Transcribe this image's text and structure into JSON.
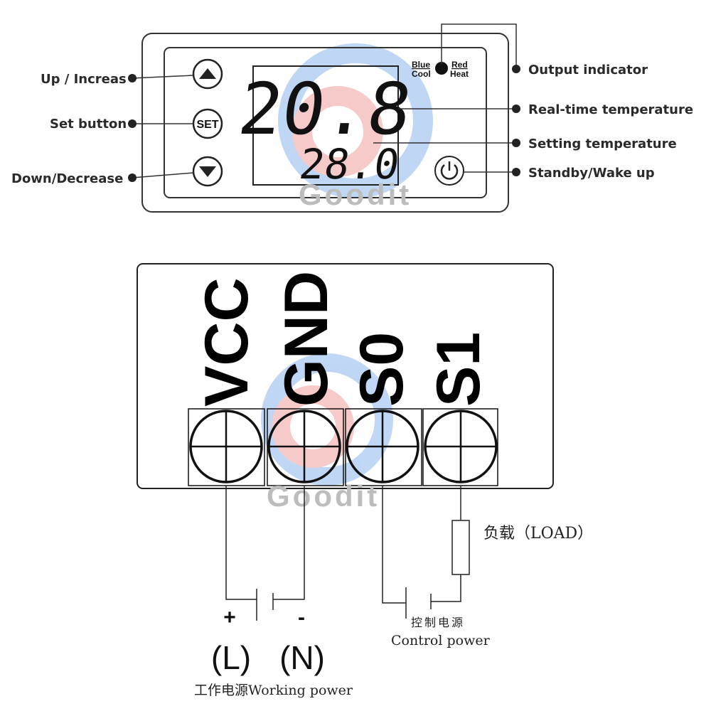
{
  "panel": {
    "left_labels": {
      "up": "Up / Increas",
      "set": "Set button",
      "down": "Down/Decrease"
    },
    "right_labels": {
      "output": "Output indicator",
      "realtime": "Real-time temperature",
      "setting": "Setting temperature",
      "standby": "Standby/Wake up"
    },
    "set_button": "SET",
    "indicator": {
      "blue": "Blue",
      "cool": "Cool",
      "red": "Red",
      "heat": "Heat"
    },
    "display": {
      "realtime_value": "20.8",
      "setting_value": "28.0"
    },
    "watermark": "Goodit"
  },
  "wiring": {
    "terminals": [
      "VCC",
      "GND",
      "S0",
      "S1"
    ],
    "plus": "+",
    "minus": "-",
    "L": "(L)",
    "N": "(N)",
    "working_power": "工作电源Working power",
    "load": "负载（LOAD）",
    "control_power_cn": "控制电源",
    "control_power": "Control power",
    "watermark": "Goodit"
  }
}
